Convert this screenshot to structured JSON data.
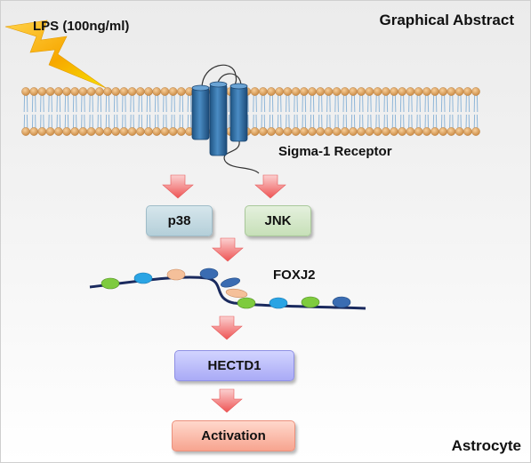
{
  "diagram": {
    "title": "Graphical Abstract",
    "stimulus": "LPS (100ng/ml)",
    "receptor": "Sigma-1 Receptor",
    "kinases": [
      "p38",
      "JNK"
    ],
    "transcription_factor": "FOXJ2",
    "effector": "HECTD1",
    "outcome": "Activation",
    "cell_type": "Astrocyte"
  },
  "colors": {
    "lightning": "#f5a400",
    "lipid_head": "#e0a464",
    "lipid_tail": "#8fb6d8",
    "receptor": "#2e6ea3",
    "arrow": "#f06a6a",
    "dna": "#1a2a5e",
    "p38_box": "#bcd5de",
    "jnk_box": "#cfe5c2",
    "hectd1_box": "#b0b2f8",
    "activation_box": "#f9b3a0"
  }
}
